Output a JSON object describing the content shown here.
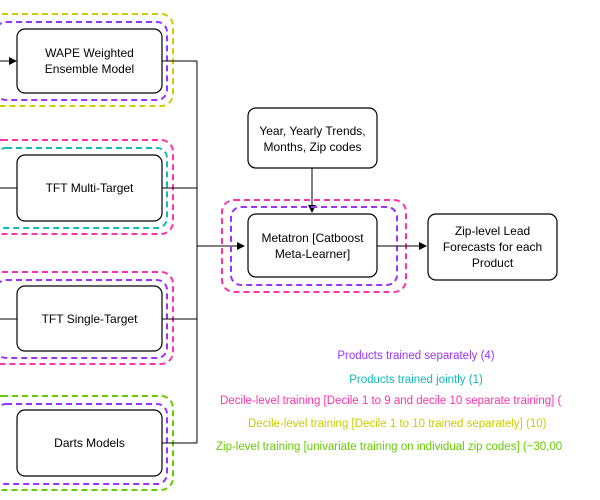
{
  "colors": {
    "purple": "#9933ff",
    "cyan": "#11bbbb",
    "pink": "#ff33aa",
    "yellow": "#cccc00",
    "green": "#66cc00"
  },
  "nodes": {
    "wape": {
      "line1": "WAPE Weighted",
      "line2": "Ensemble Model"
    },
    "tft_multi": {
      "label": "TFT Multi-Target"
    },
    "tft_single": {
      "label": "TFT Single-Target"
    },
    "darts": {
      "label": "Darts Models"
    },
    "features": {
      "line1": "Year, Yearly Trends,",
      "line2": "Months, Zip codes"
    },
    "metatron": {
      "line1": "Metatron [Catboost",
      "line2": "Meta-Learner]"
    },
    "output": {
      "line1": "Zip-level Lead",
      "line2": "Forecasts for each",
      "line3": "Product"
    }
  },
  "legend": [
    {
      "text": "Products trained separately (4)",
      "color": "#9933ff"
    },
    {
      "text": "Products trained jointly (1)",
      "color": "#11bbbb"
    },
    {
      "text": "Decile-level training [Decile 1 to 9 and decile 10 separate training] (",
      "color": "#ff33aa"
    },
    {
      "text": "Decile-level training [Decile 1 to 10 trained separately] (10)",
      "color": "#cccc00"
    },
    {
      "text": "Zip-level training [univariate training on individual zip codes] (~30,00",
      "color": "#66cc00"
    }
  ]
}
